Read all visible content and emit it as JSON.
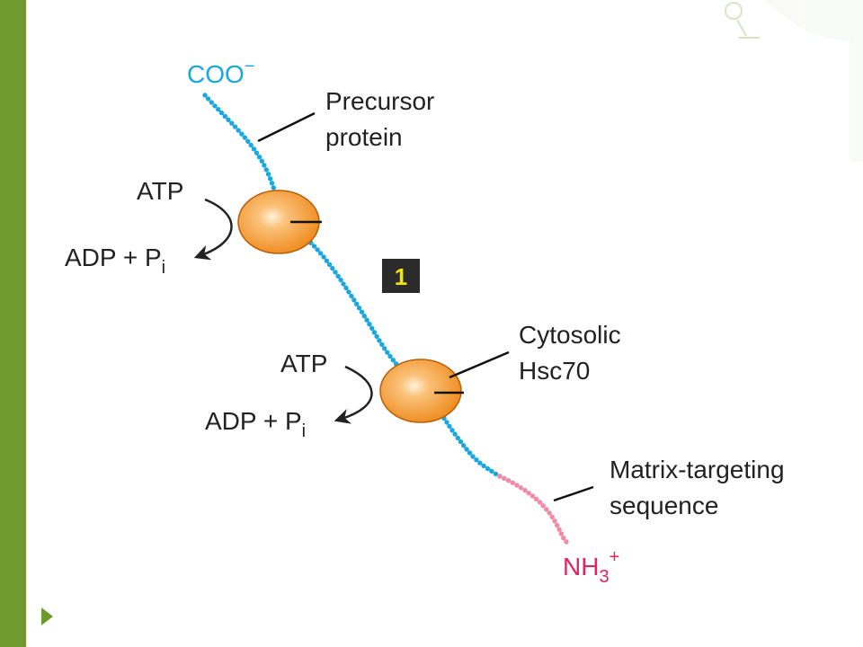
{
  "slide": {
    "theme_color": "#6f9a2e"
  },
  "diagram": {
    "c_terminus": {
      "text": "COO",
      "superscript": "−"
    },
    "n_terminus": {
      "text": "NH",
      "subscript": "3",
      "superscript": "+"
    },
    "precursor_label": [
      "Precursor",
      "protein"
    ],
    "hsc70_label": [
      "Cytosolic",
      "Hsc70"
    ],
    "targeting_label": [
      "Matrix-targeting",
      "sequence"
    ],
    "atp_text": "ATP",
    "adp_text": "ADP + P",
    "pi_subscript": "i",
    "step_number": "1",
    "colors": {
      "chain": "#1aa7e0",
      "targeting_sequence": "#f08aa6",
      "chaperone": "#f39a2d",
      "c_terminus_label": "#1aa7e0",
      "n_terminus_label": "#e0245e",
      "step_badge": "#2b2b2b",
      "step_text": "#f3e600"
    }
  }
}
